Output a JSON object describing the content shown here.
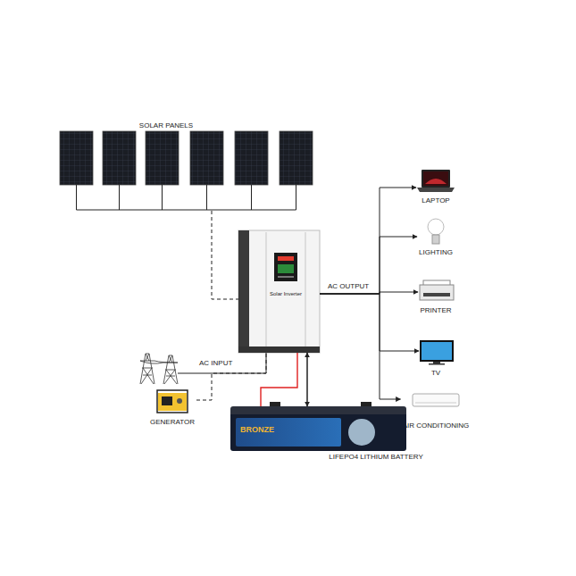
{
  "diagram": {
    "nodes": [
      {
        "text": [
          "SOLAR PANELS"
        ]
      },
      {
        "text": [
          "Solar Inverter"
        ]
      },
      {
        "text": [
          "LAPTOP"
        ]
      },
      {
        "text": [
          "LIGHTING"
        ]
      },
      {
        "text": [
          "PRINTER"
        ]
      },
      {
        "text": [
          "TV"
        ]
      },
      {
        "text": [
          "AIR CONDITIONING"
        ]
      },
      {
        "text": [
          "GENERATOR"
        ]
      },
      {
        "text": [
          "BRONZE",
          "LIFEPO4 LITHIUM BATTERY"
        ]
      }
    ],
    "edges": [
      {
        "from": 0,
        "to": 1,
        "arrow": "none"
      },
      {
        "from": 1,
        "to": 2,
        "arrow": "to"
      },
      {
        "from": 1,
        "to": 3,
        "arrow": "to"
      },
      {
        "from": 1,
        "to": 4,
        "arrow": "to"
      },
      {
        "from": 1,
        "to": 5,
        "arrow": "to"
      },
      {
        "from": 1,
        "to": 6,
        "arrow": "to"
      },
      {
        "from": 7,
        "to": 1,
        "arrow": "none"
      },
      {
        "from": 1,
        "to": 8,
        "arrow": "none"
      },
      {
        "from": 1,
        "to": 8,
        "arrow": "both"
      }
    ],
    "labels": [
      "AC OUTPUT",
      "AC INPUT"
    ]
  }
}
